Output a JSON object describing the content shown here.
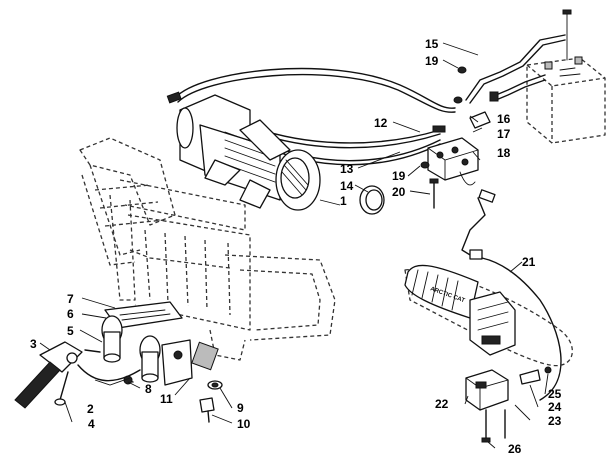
{
  "callouts": [
    {
      "id": "1",
      "label": "1"
    },
    {
      "id": "2",
      "label": "2"
    },
    {
      "id": "3",
      "label": "3"
    },
    {
      "id": "4",
      "label": "4"
    },
    {
      "id": "5",
      "label": "5"
    },
    {
      "id": "6",
      "label": "6"
    },
    {
      "id": "7",
      "label": "7"
    },
    {
      "id": "8",
      "label": "8"
    },
    {
      "id": "9",
      "label": "9"
    },
    {
      "id": "10",
      "label": "10"
    },
    {
      "id": "11",
      "label": "11"
    },
    {
      "id": "12",
      "label": "12"
    },
    {
      "id": "13",
      "label": "13"
    },
    {
      "id": "14",
      "label": "14"
    },
    {
      "id": "15",
      "label": "15"
    },
    {
      "id": "16",
      "label": "16"
    },
    {
      "id": "17",
      "label": "17"
    },
    {
      "id": "18",
      "label": "18"
    },
    {
      "id": "19a",
      "label": "19"
    },
    {
      "id": "19b",
      "label": "19"
    },
    {
      "id": "20",
      "label": "20"
    },
    {
      "id": "21",
      "label": "21"
    },
    {
      "id": "22",
      "label": "22"
    },
    {
      "id": "23",
      "label": "23"
    },
    {
      "id": "24",
      "label": "24"
    },
    {
      "id": "25",
      "label": "25"
    },
    {
      "id": "26",
      "label": "26"
    }
  ],
  "grip_text": "ARCTIC CAT"
}
